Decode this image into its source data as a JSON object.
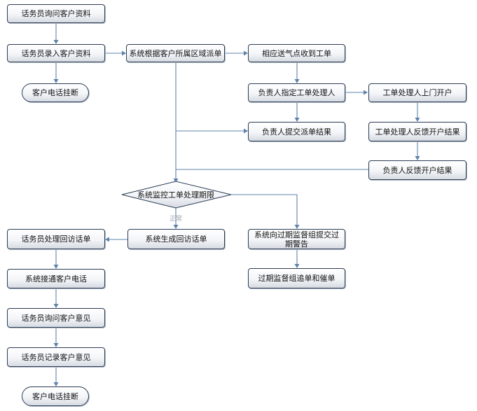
{
  "nodes": {
    "n1": "话务员询问客户资料",
    "n2": "话务员录入客户资料",
    "n3": "客户电话挂断",
    "n4": "系统根据客户所属区域派单",
    "n5": "相应送气点收到工单",
    "n6": "负责人指定工单处理人",
    "n7": "工单处理人上门开户",
    "n8": "负责人提交派单结果",
    "n9": "工单处理人反馈开户结果",
    "n10": "负责人反馈开户结果",
    "decision": "系统监控工单处理期限",
    "n11": "系统生成回访话单",
    "n12": "系统向过期监督组提交过期警告",
    "n13": "过期监督组追单和催单",
    "n14": "话务员处理回访话单",
    "n15": "系统接通客户电话",
    "n16": "话务员询问客户意见",
    "n17": "话务员记录客户意见",
    "n18": "客户电话挂断"
  },
  "edge_labels": {
    "normal": "正常"
  },
  "colors": {
    "edge": "#5f83ad",
    "node_border": "#2b3d55",
    "label_muted": "#9aa3ad"
  }
}
